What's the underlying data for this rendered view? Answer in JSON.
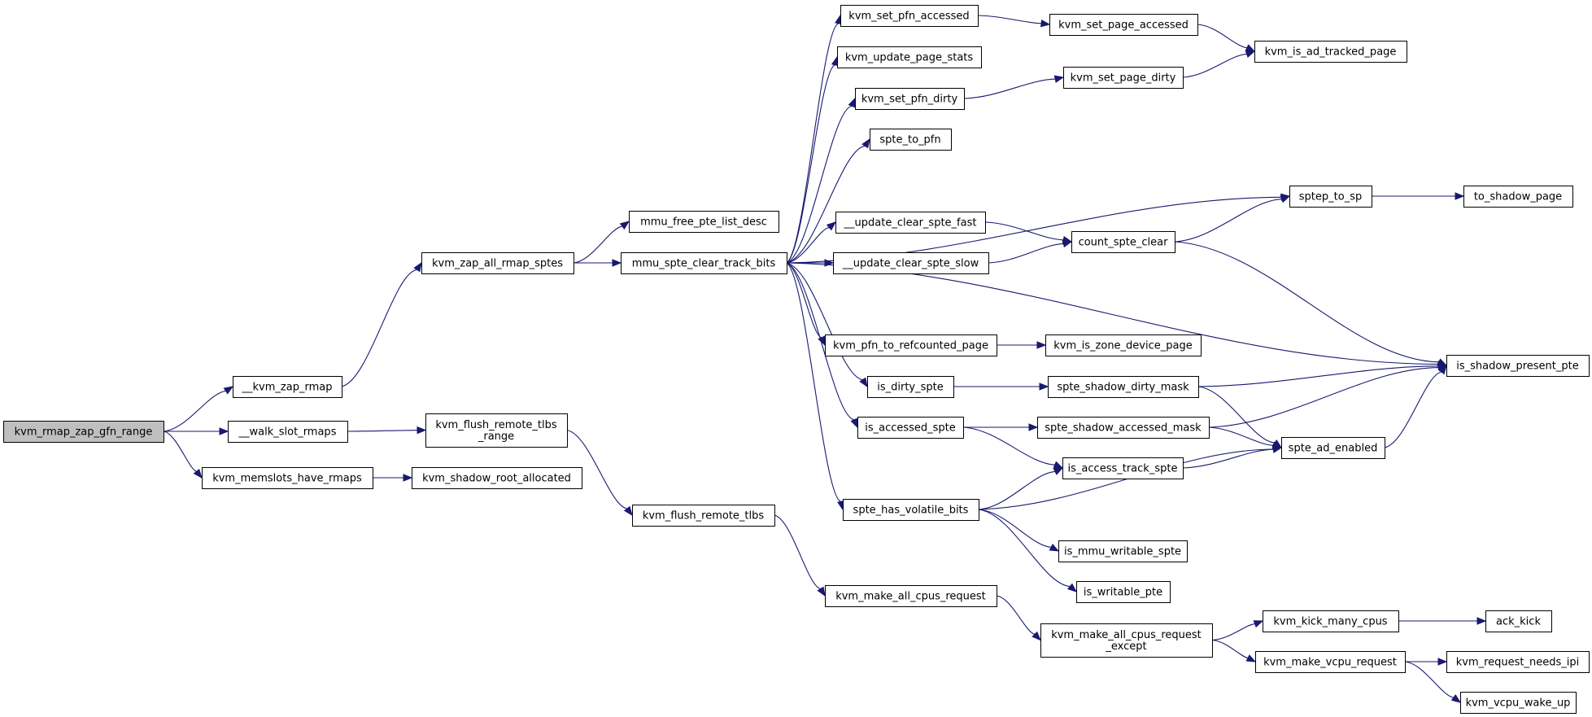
{
  "nodes": [
    {
      "id": "kvm_rmap_zap_gfn_range",
      "lines": [
        "kvm_rmap_zap_gfn_range"
      ],
      "root": true
    },
    {
      "id": "__kvm_zap_rmap",
      "lines": [
        "__kvm_zap_rmap"
      ]
    },
    {
      "id": "__walk_slot_rmaps",
      "lines": [
        "__walk_slot_rmaps"
      ]
    },
    {
      "id": "kvm_memslots_have_rmaps",
      "lines": [
        "kvm_memslots_have_rmaps"
      ]
    },
    {
      "id": "kvm_zap_all_rmap_sptes",
      "lines": [
        "kvm_zap_all_rmap_sptes"
      ]
    },
    {
      "id": "kvm_flush_remote_tlbs_range",
      "lines": [
        "kvm_flush_remote_tlbs",
        "_range"
      ]
    },
    {
      "id": "kvm_shadow_root_allocated",
      "lines": [
        "kvm_shadow_root_allocated"
      ]
    },
    {
      "id": "mmu_free_pte_list_desc",
      "lines": [
        "mmu_free_pte_list_desc"
      ]
    },
    {
      "id": "mmu_spte_clear_track_bits",
      "lines": [
        "mmu_spte_clear_track_bits"
      ]
    },
    {
      "id": "kvm_flush_remote_tlbs",
      "lines": [
        "kvm_flush_remote_tlbs"
      ]
    },
    {
      "id": "kvm_set_pfn_accessed",
      "lines": [
        "kvm_set_pfn_accessed"
      ]
    },
    {
      "id": "kvm_update_page_stats",
      "lines": [
        "kvm_update_page_stats"
      ]
    },
    {
      "id": "kvm_set_pfn_dirty",
      "lines": [
        "kvm_set_pfn_dirty"
      ]
    },
    {
      "id": "spte_to_pfn",
      "lines": [
        "spte_to_pfn"
      ]
    },
    {
      "id": "__update_clear_spte_fast",
      "lines": [
        "__update_clear_spte_fast"
      ]
    },
    {
      "id": "__update_clear_spte_slow",
      "lines": [
        "__update_clear_spte_slow"
      ]
    },
    {
      "id": "kvm_pfn_to_refcounted_page",
      "lines": [
        "kvm_pfn_to_refcounted_page"
      ]
    },
    {
      "id": "is_dirty_spte",
      "lines": [
        "is_dirty_spte"
      ]
    },
    {
      "id": "is_accessed_spte",
      "lines": [
        "is_accessed_spte"
      ]
    },
    {
      "id": "spte_has_volatile_bits",
      "lines": [
        "spte_has_volatile_bits"
      ]
    },
    {
      "id": "kvm_make_all_cpus_request",
      "lines": [
        "kvm_make_all_cpus_request"
      ]
    },
    {
      "id": "kvm_set_page_accessed",
      "lines": [
        "kvm_set_page_accessed"
      ]
    },
    {
      "id": "kvm_set_page_dirty",
      "lines": [
        "kvm_set_page_dirty"
      ]
    },
    {
      "id": "count_spte_clear",
      "lines": [
        "count_spte_clear"
      ]
    },
    {
      "id": "kvm_is_zone_device_page",
      "lines": [
        "kvm_is_zone_device_page"
      ]
    },
    {
      "id": "spte_shadow_dirty_mask",
      "lines": [
        "spte_shadow_dirty_mask"
      ]
    },
    {
      "id": "spte_shadow_accessed_mask",
      "lines": [
        "spte_shadow_accessed_mask"
      ]
    },
    {
      "id": "is_access_track_spte",
      "lines": [
        "is_access_track_spte"
      ]
    },
    {
      "id": "is_mmu_writable_spte",
      "lines": [
        "is_mmu_writable_spte"
      ]
    },
    {
      "id": "is_writable_pte",
      "lines": [
        "is_writable_pte"
      ]
    },
    {
      "id": "kvm_make_all_cpus_request_except",
      "lines": [
        "kvm_make_all_cpus_request",
        "_except"
      ]
    },
    {
      "id": "kvm_is_ad_tracked_page",
      "lines": [
        "kvm_is_ad_tracked_page"
      ]
    },
    {
      "id": "sptep_to_sp",
      "lines": [
        "sptep_to_sp"
      ]
    },
    {
      "id": "is_shadow_present_pte",
      "lines": [
        "is_shadow_present_pte"
      ]
    },
    {
      "id": "spte_ad_enabled",
      "lines": [
        "spte_ad_enabled"
      ]
    },
    {
      "id": "kvm_kick_many_cpus",
      "lines": [
        "kvm_kick_many_cpus"
      ]
    },
    {
      "id": "kvm_make_vcpu_request",
      "lines": [
        "kvm_make_vcpu_request"
      ]
    },
    {
      "id": "to_shadow_page",
      "lines": [
        "to_shadow_page"
      ]
    },
    {
      "id": "ack_kick",
      "lines": [
        "ack_kick"
      ]
    },
    {
      "id": "kvm_request_needs_ipi",
      "lines": [
        "kvm_request_needs_ipi"
      ]
    },
    {
      "id": "kvm_vcpu_wake_up",
      "lines": [
        "kvm_vcpu_wake_up"
      ]
    }
  ],
  "edges": [
    [
      "kvm_rmap_zap_gfn_range",
      "__kvm_zap_rmap"
    ],
    [
      "kvm_rmap_zap_gfn_range",
      "__walk_slot_rmaps"
    ],
    [
      "kvm_rmap_zap_gfn_range",
      "kvm_memslots_have_rmaps"
    ],
    [
      "__kvm_zap_rmap",
      "kvm_zap_all_rmap_sptes"
    ],
    [
      "__walk_slot_rmaps",
      "kvm_flush_remote_tlbs_range"
    ],
    [
      "kvm_memslots_have_rmaps",
      "kvm_shadow_root_allocated"
    ],
    [
      "kvm_zap_all_rmap_sptes",
      "mmu_free_pte_list_desc"
    ],
    [
      "kvm_zap_all_rmap_sptes",
      "mmu_spte_clear_track_bits"
    ],
    [
      "kvm_flush_remote_tlbs_range",
      "kvm_flush_remote_tlbs"
    ],
    [
      "kvm_flush_remote_tlbs",
      "kvm_make_all_cpus_request"
    ],
    [
      "mmu_spte_clear_track_bits",
      "kvm_set_pfn_accessed"
    ],
    [
      "mmu_spte_clear_track_bits",
      "kvm_update_page_stats"
    ],
    [
      "mmu_spte_clear_track_bits",
      "kvm_set_pfn_dirty"
    ],
    [
      "mmu_spte_clear_track_bits",
      "spte_to_pfn"
    ],
    [
      "mmu_spte_clear_track_bits",
      "sptep_to_sp"
    ],
    [
      "mmu_spte_clear_track_bits",
      "__update_clear_spte_fast"
    ],
    [
      "mmu_spte_clear_track_bits",
      "__update_clear_spte_slow"
    ],
    [
      "mmu_spte_clear_track_bits",
      "is_shadow_present_pte"
    ],
    [
      "mmu_spte_clear_track_bits",
      "kvm_pfn_to_refcounted_page"
    ],
    [
      "mmu_spte_clear_track_bits",
      "is_dirty_spte"
    ],
    [
      "mmu_spte_clear_track_bits",
      "is_accessed_spte"
    ],
    [
      "mmu_spte_clear_track_bits",
      "spte_has_volatile_bits"
    ],
    [
      "kvm_set_pfn_accessed",
      "kvm_set_page_accessed"
    ],
    [
      "kvm_set_page_accessed",
      "kvm_is_ad_tracked_page"
    ],
    [
      "kvm_set_pfn_dirty",
      "kvm_set_page_dirty"
    ],
    [
      "kvm_set_page_dirty",
      "kvm_is_ad_tracked_page"
    ],
    [
      "__update_clear_spte_fast",
      "count_spte_clear"
    ],
    [
      "__update_clear_spte_slow",
      "count_spte_clear"
    ],
    [
      "count_spte_clear",
      "sptep_to_sp"
    ],
    [
      "count_spte_clear",
      "is_shadow_present_pte"
    ],
    [
      "sptep_to_sp",
      "to_shadow_page"
    ],
    [
      "kvm_pfn_to_refcounted_page",
      "kvm_is_zone_device_page"
    ],
    [
      "is_dirty_spte",
      "spte_shadow_dirty_mask"
    ],
    [
      "spte_shadow_dirty_mask",
      "is_shadow_present_pte"
    ],
    [
      "spte_shadow_dirty_mask",
      "spte_ad_enabled"
    ],
    [
      "is_accessed_spte",
      "spte_shadow_accessed_mask"
    ],
    [
      "is_accessed_spte",
      "is_access_track_spte"
    ],
    [
      "spte_shadow_accessed_mask",
      "is_shadow_present_pte"
    ],
    [
      "spte_shadow_accessed_mask",
      "spte_ad_enabled"
    ],
    [
      "spte_ad_enabled",
      "is_shadow_present_pte"
    ],
    [
      "is_access_track_spte",
      "spte_ad_enabled"
    ],
    [
      "spte_has_volatile_bits",
      "is_access_track_spte"
    ],
    [
      "spte_has_volatile_bits",
      "spte_ad_enabled"
    ],
    [
      "spte_has_volatile_bits",
      "is_mmu_writable_spte"
    ],
    [
      "spte_has_volatile_bits",
      "is_writable_pte"
    ],
    [
      "kvm_make_all_cpus_request",
      "kvm_make_all_cpus_request_except"
    ],
    [
      "kvm_make_all_cpus_request_except",
      "kvm_kick_many_cpus"
    ],
    [
      "kvm_make_all_cpus_request_except",
      "kvm_make_vcpu_request"
    ],
    [
      "kvm_kick_many_cpus",
      "ack_kick"
    ],
    [
      "kvm_make_vcpu_request",
      "kvm_request_needs_ipi"
    ],
    [
      "kvm_make_vcpu_request",
      "kvm_vcpu_wake_up"
    ]
  ],
  "colors": {
    "edge": "#191970",
    "root_fill": "#bfbfbf",
    "node_fill": "#ffffff",
    "border": "#000000"
  }
}
